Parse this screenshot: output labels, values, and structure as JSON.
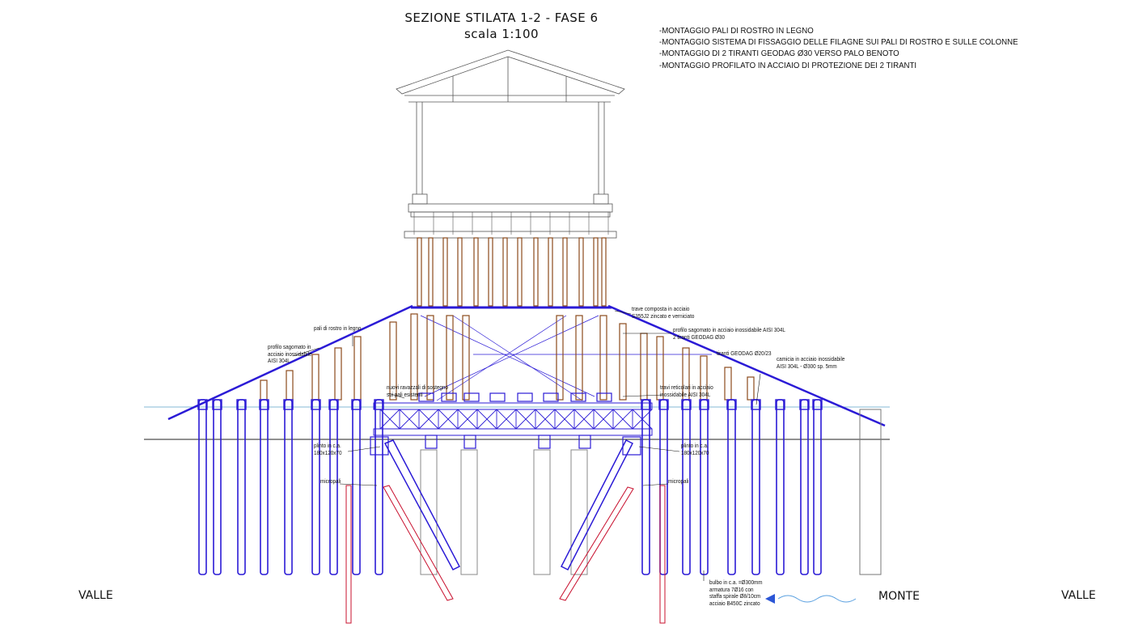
{
  "title": {
    "line1": "SEZIONE STILATA 1-2 - FASE 6",
    "line2": "scala 1:100"
  },
  "notes": [
    "-MONTAGGIO PALI DI ROSTRO IN LEGNO",
    "-MONTAGGIO SISTEMA DI FISSAGGIO DELLE FILAGNE SUI PALI DI ROSTRO E SULLE COLONNE",
    "-MONTAGGIO DI 2 TIRANTI GEODAG Ø30 VERSO PALO BENOTO",
    "-MONTAGGIO PROFILATO IN ACCIAIO DI PROTEZIONE DEI 2 TIRANTI"
  ],
  "sides": {
    "left": "VALLE",
    "center": "MONTE",
    "right": "VALLE"
  },
  "labels": {
    "trave_composta": "trave composta in acciaio\nS355J2 zincato e verniciato",
    "profilo_sagomato_right": "profilo sagomato in acciaio inossidabile AISI 304L\n2 tiranti GEODAG Ø30",
    "pali_di_rostro": "pali di rostro in legno",
    "profilo_sagomato_left": "profilo sagomato in\nacciaio inossidabile\nAISI 304L",
    "tiranti": "tiranti GEODAG Ø20/23",
    "camicia": "camicia in acciaio inossidabile\nAISI 304L - Ø300 sp. 5mm",
    "nuovi_ravazzali": "nuovi ravazzali di sostegno\nsui pali esistenti",
    "travi_reticolari": "travi reticolari in acciaio\ninossidabile AISI 304L",
    "plinto_left": "plinto in c.a.\n180x120x70",
    "plinto_right": "plinto in c.a.\n180x120x70",
    "micropali_left": "micropali",
    "micropali_right": "micropali",
    "bulbo": "bulbo in c.a. =Ø300mm\narmatura 7Ø16 con\nstaffa spirale Ø8/10cm\nacciaio B450C zincato"
  },
  "colors": {
    "pile": "#2b1bd6",
    "timber": "#8b4a1c",
    "micropile": "#c8102e",
    "structure": "#444444",
    "water": "#3a7bd5"
  }
}
